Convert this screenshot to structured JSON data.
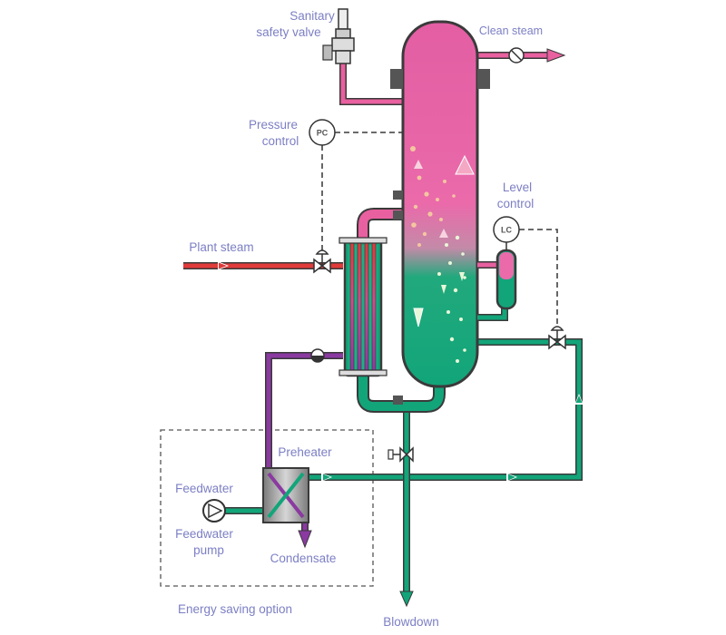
{
  "diagram": {
    "title": "Clean steam generator process diagram",
    "labels": {
      "sanitary_line1": "Sanitary",
      "sanitary_line2": "safety valve",
      "clean_steam": "Clean  steam",
      "pressure_line1": "Pressure",
      "pressure_line2": "control",
      "level_line1": "Level",
      "level_line2": "control",
      "plant_steam": "Plant steam",
      "preheater": "Preheater",
      "feedwater": "Feedwater",
      "feedwater_pump_line1": "Feedwater",
      "feedwater_pump_line2": "pump",
      "condensate": "Condensate",
      "energy_saving": "Energy saving option",
      "blowdown": "Blowdown"
    },
    "instruments": {
      "pc": "PC",
      "lc": "LC"
    },
    "colors": {
      "steam": "#e8609f",
      "water": "#12a57a",
      "plant_steam": "#e03a3a",
      "condensate": "#8a3aa0",
      "outline": "#3a3a3a",
      "label": "#7c7fc4",
      "signal": "#555555"
    }
  }
}
